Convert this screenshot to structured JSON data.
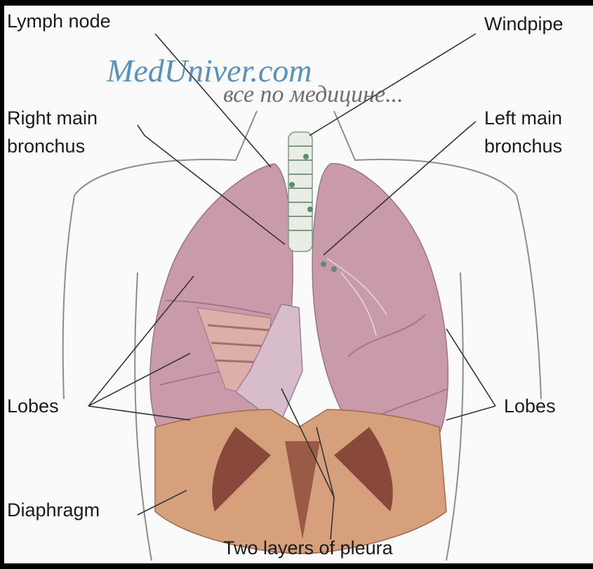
{
  "watermark": {
    "site": "MedUniver.com",
    "tagline": "все по медицине..."
  },
  "labels": {
    "lymph_node": "Lymph node",
    "windpipe": "Windpipe",
    "right_main_bronchus_line1": "Right main",
    "right_main_bronchus_line2": "bronchus",
    "left_main_bronchus_line1": "Left main",
    "left_main_bronchus_line2": "bronchus",
    "lobes_left": "Lobes",
    "lobes_right": "Lobes",
    "diaphragm": "Diaphragm",
    "pleura": "Two layers of pleura"
  },
  "colors": {
    "lung": "#c99aaa",
    "lung_shade": "#b0808f",
    "diaphragm": "#d6a07d",
    "diaphragm_dark": "#7a3a2e",
    "pleura": "#d7bccc",
    "trachea": "#e8eee6",
    "body_outline": "#8d8d8d",
    "leader": "#333333"
  }
}
